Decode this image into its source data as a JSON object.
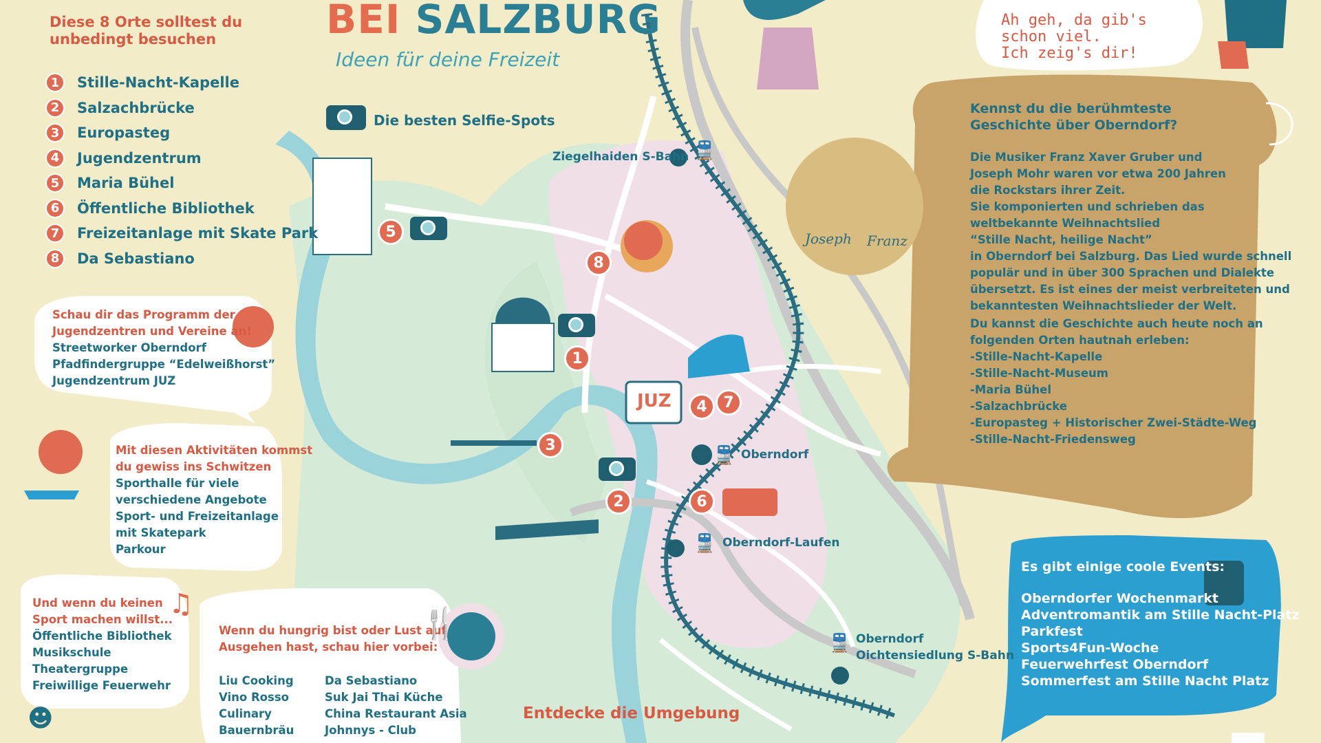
{
  "header": {
    "title_part1": "BEI",
    "title_part2": "SALZBURG",
    "subtitle": "Ideen für deine Freizeit"
  },
  "places_heading": [
    "Diese 8 Orte solltest du",
    "unbedingt besuchen"
  ],
  "places": [
    {
      "num": "1",
      "label": "Stille-Nacht-Kapelle"
    },
    {
      "num": "2",
      "label": "Salzachbrücke"
    },
    {
      "num": "3",
      "label": "Europasteg"
    },
    {
      "num": "4",
      "label": "Jugendzentrum"
    },
    {
      "num": "5",
      "label": "Maria Bühel"
    },
    {
      "num": "6",
      "label": "Öffentliche Bibliothek"
    },
    {
      "num": "7",
      "label": "Freizeitanlage mit Skate Park"
    },
    {
      "num": "8",
      "label": "Da Sebastiano"
    }
  ],
  "youth_box": {
    "heading": [
      "Schau dir das Programm der",
      "Jugendzentren und Vereine an!"
    ],
    "items": [
      "Streetworker Oberndorf",
      "Pfadfindergruppe “Edelweißhorst”",
      "Jugendzentrum JUZ"
    ]
  },
  "sport_box": {
    "heading": [
      "Mit diesen Aktivitäten kommst",
      "du gewiss ins Schwitzen"
    ],
    "items": [
      "Sporthalle für viele",
      "verschiedene Angebote",
      "Sport- und Freizeitanlage",
      "mit Skatepark",
      "Parkour"
    ]
  },
  "culture_box": {
    "heading": [
      "Und wenn du keinen",
      "Sport machen willst..."
    ],
    "items": [
      "Öffentliche Bibliothek",
      "Musikschule",
      "Theatergruppe",
      "Freiwillige Feuerwehr"
    ]
  },
  "food_box": {
    "heading": [
      "Wenn du hungrig bist oder Lust auf",
      "Ausgehen hast, schau hier vorbei:"
    ],
    "col1": [
      "Liu Cooking",
      "Vino Rosso",
      "Culinary",
      "Bauernbräu"
    ],
    "col2": [
      "Da Sebastiano",
      "Suk Jai Thai Küche",
      "China Restaurant Asia",
      "Johnnys - Club"
    ]
  },
  "map": {
    "selfie_legend": "Die besten Selfie-Spots",
    "stations": {
      "ziegelhaiden": "Ziegelhaiden S-Bahn",
      "oberndorf": "Oberndorf",
      "oberndorf_laufen": "Oberndorf-Laufen",
      "oichten_1": "Oberndorf",
      "oichten_2": "Oichtensiedlung S-Bahn"
    },
    "juz_label": "JUZ",
    "explore": "Entdecke die Umgebung",
    "markers": [
      "1",
      "2",
      "3",
      "4",
      "5",
      "6",
      "7",
      "8"
    ]
  },
  "speech_bubble": [
    "Ah geh, da gib's",
    "schon viel.",
    "Ich zeig's dir!"
  ],
  "portrait_names": {
    "left": "Joseph",
    "right": "Franz"
  },
  "story": {
    "heading": [
      "Kennst du die berühmteste",
      "Geschichte über Oberndorf?"
    ],
    "paragraph": [
      "Die Musiker Franz Xaver Gruber und",
      "Joseph Mohr waren vor etwa 200 Jahren",
      "die Rockstars ihrer Zeit.",
      "Sie komponierten und schrieben das",
      "weltbekannte Weihnachtslied",
      "“Stille Nacht, heilige Nacht”",
      "in Oberndorf bei Salzburg. Das Lied wurde schnell",
      "populär und in über 300 Sprachen und Dialekte",
      "übersetzt. Es ist eines der meist verbreiteten und",
      "bekanntesten Weihnachtslieder der Welt.",
      "Du kannst die Geschichte auch heute noch an",
      "folgenden Orten hautnah erleben:",
      "-Stille-Nacht-Kapelle",
      "-Stille-Nacht-Museum",
      "-Maria Bühel",
      "-Salzachbrücke",
      "-Europasteg + Historischer Zwei-Städte-Weg",
      "-Stille-Nacht-Friedensweg"
    ]
  },
  "events": {
    "heading": "Es gibt einige coole Events:",
    "items": [
      "Oberndorfer Wochenmarkt",
      "Adventromantik am Stille Nacht-Platz",
      "Parkfest",
      "Sports4Fun-Woche",
      "Feuerwehrfest Oberndorf",
      "Sommerfest am Stille Nacht Platz"
    ]
  },
  "colors": {
    "background": "#f3ecc9",
    "river": "#9bd3da",
    "town": "#f1dfe8",
    "green": "#d5ebd7",
    "accent_red": "#e06a52",
    "text_blue": "#1f6f85",
    "rail": "#2a6d80",
    "events_blue": "#2b9fcf",
    "parchment": "#caa56b"
  }
}
